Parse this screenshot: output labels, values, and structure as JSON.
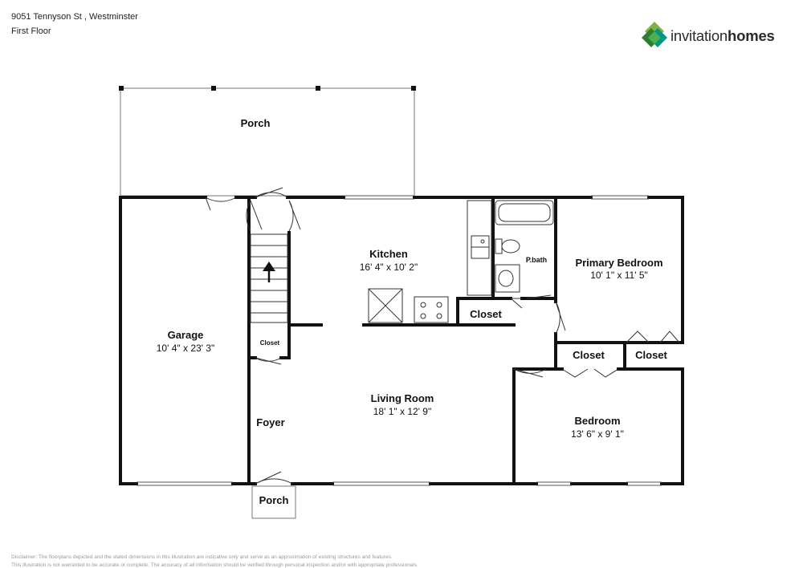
{
  "header": {
    "address": "9051 Tennyson St , Westminster",
    "floor": "First Floor"
  },
  "logo": {
    "name_part1": "invitation",
    "name_part2": "homes",
    "brand_colors": [
      "#2e7d32",
      "#7cb342",
      "#009688",
      "#4caf50"
    ]
  },
  "rooms": {
    "porch_top": {
      "name": "Porch"
    },
    "garage": {
      "name": "Garage",
      "dims": "10' 4\" x 23' 3\""
    },
    "kitchen": {
      "name": "Kitchen",
      "dims": "16' 4\" x 10' 2\""
    },
    "pbath": {
      "name": "P.bath"
    },
    "primary_bedroom": {
      "name": "Primary Bedroom",
      "dims": "10' 1\" x 11' 5\""
    },
    "closet_kitchen": {
      "name": "Closet"
    },
    "closet_stair": {
      "name": "Closet"
    },
    "closet_1": {
      "name": "Closet"
    },
    "closet_2": {
      "name": "Closet"
    },
    "living_room": {
      "name": "Living Room",
      "dims": "18' 1\" x 12' 9\""
    },
    "foyer": {
      "name": "Foyer"
    },
    "bedroom": {
      "name": "Bedroom",
      "dims": "13' 6\" x 9' 1\""
    },
    "porch_bottom": {
      "name": "Porch"
    }
  },
  "disclaimer": {
    "line1": "Disclaimer: The floorplans depicted and the stated dimensions in this illustration are indicative only and serve as an approximation of existing structures and features.",
    "line2": "This illustration is not warranted to be accurate or complete. The accuracy of all information should be verified through personal inspection and/or with appropriate professionals."
  }
}
